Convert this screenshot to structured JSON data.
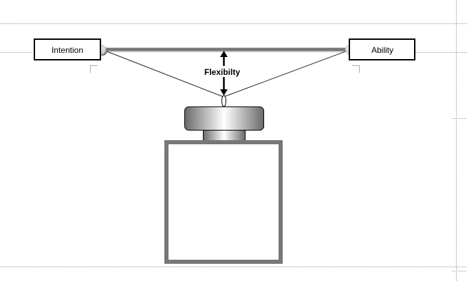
{
  "diagram": {
    "left_node": {
      "label": "Intention"
    },
    "right_node": {
      "label": "Ability"
    },
    "tension_label": "Flexibilty",
    "colors": {
      "beam": "#777777",
      "box_border": "#000000",
      "container_border": "#777777",
      "guide_line": "#999999",
      "pivot_fill": "#d4d4d4"
    }
  }
}
